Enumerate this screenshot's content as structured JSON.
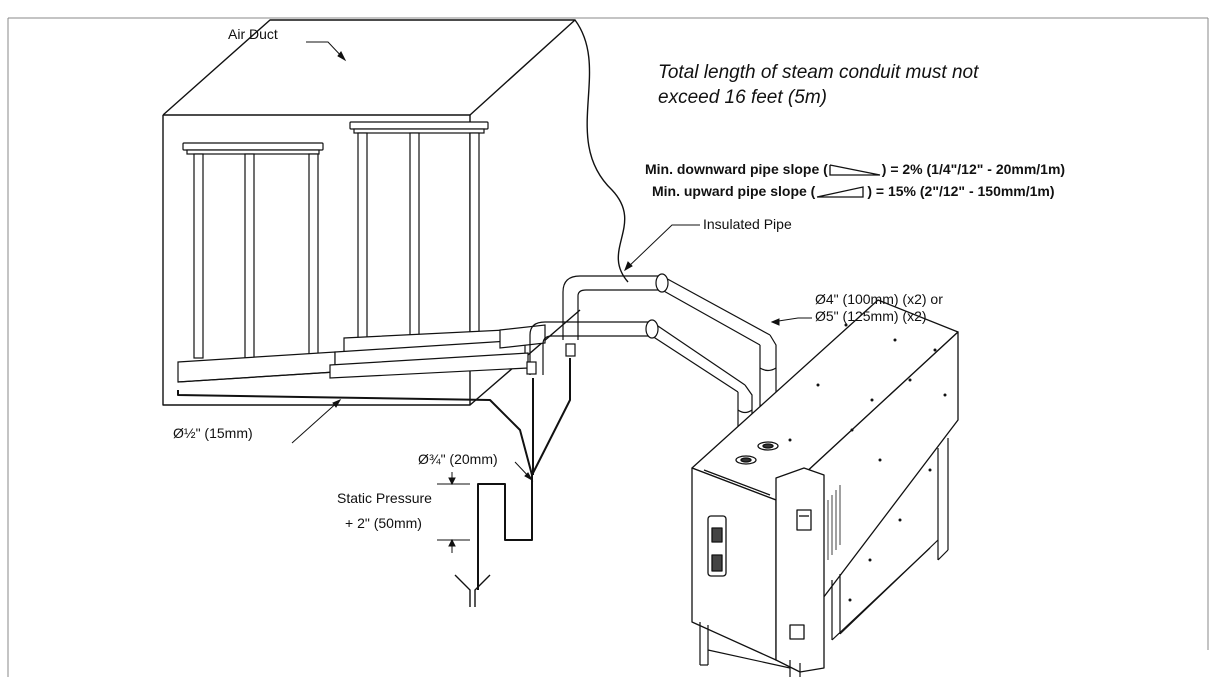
{
  "labels": {
    "air_duct": "Air Duct",
    "insulated_pipe": "Insulated Pipe",
    "pipe_dia_4": "Ø4\" (100mm) (x2) or",
    "pipe_dia_5": "Ø5\" (125mm) (x2)",
    "drain_half": "Ø½\" (15mm)",
    "drain_three_quarter": "Ø¾\" (20mm)",
    "static_pressure": "Static Pressure",
    "static_pressure_add": "+ 2\" (50mm)"
  },
  "note": {
    "line1": "Total length of steam conduit must not",
    "line2": "exceed 16 feet (5m)"
  },
  "slope": {
    "down_prefix": "Min. downward pipe slope (",
    "down_suffix": ") = 2% (1/4\"/12\" - 20mm/1m)",
    "up_prefix": "Min. upward pipe slope (",
    "up_suffix": ") = 15% (2\"/12\" - 150mm/1m)"
  }
}
